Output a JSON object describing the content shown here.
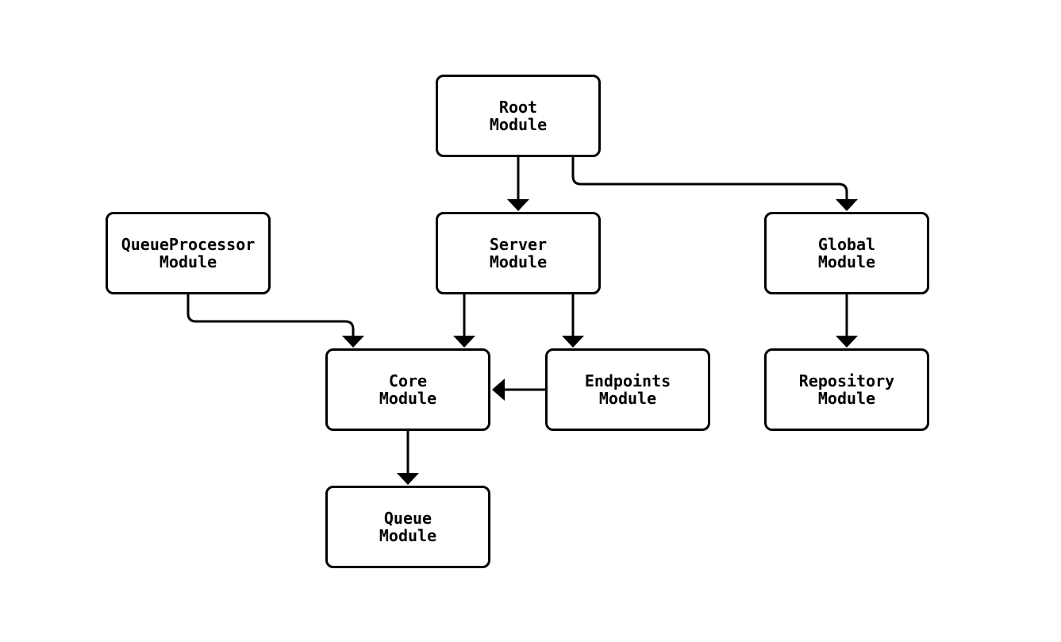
{
  "diagram": {
    "type": "module-dependency-flowchart",
    "colors": {
      "stroke": "#000000",
      "node_fill": "#ffffff",
      "background": "#ffffff",
      "text": "#000000"
    },
    "nodes": {
      "root": {
        "label": "Root\nModule"
      },
      "queueprocessor": {
        "label": "QueueProcessor\nModule"
      },
      "server": {
        "label": "Server\nModule"
      },
      "global": {
        "label": "Global\nModule"
      },
      "core": {
        "label": "Core\nModule"
      },
      "endpoints": {
        "label": "Endpoints\nModule"
      },
      "repository": {
        "label": "Repository\nModule"
      },
      "queue": {
        "label": "Queue\nModule"
      }
    },
    "edges": [
      {
        "from": "Root Module",
        "to": "Server Module"
      },
      {
        "from": "Root Module",
        "to": "Global Module"
      },
      {
        "from": "QueueProcessor Module",
        "to": "Core Module"
      },
      {
        "from": "Server Module",
        "to": "Core Module"
      },
      {
        "from": "Server Module",
        "to": "Endpoints Module"
      },
      {
        "from": "Endpoints Module",
        "to": "Core Module"
      },
      {
        "from": "Global Module",
        "to": "Repository Module"
      },
      {
        "from": "Core Module",
        "to": "Queue Module"
      }
    ]
  }
}
